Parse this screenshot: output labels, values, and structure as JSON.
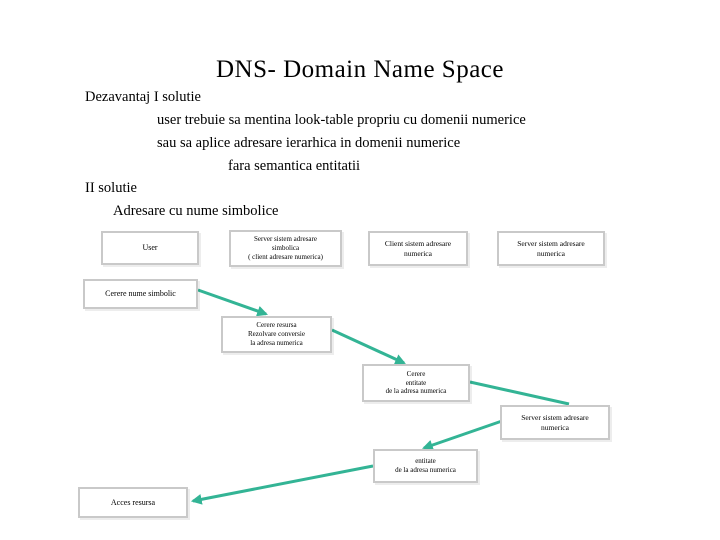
{
  "slide": {
    "title": "DNS- Domain Name Space",
    "text_lines": [
      "Dezavantaj I solutie",
      "user trebuie sa mentina look-table propriu cu domenii numerice",
      "sau sa aplice adresare ierarhica in domenii numerice",
      "fara semantica entitatii",
      "II solutie",
      "Adresare cu nume simbolice"
    ],
    "colors": {
      "arrow": "#33b495",
      "box_border": "#c9c9c9",
      "text": "#000000",
      "background": "#ffffff"
    },
    "boxes": [
      {
        "lines": [
          "User"
        ]
      },
      {
        "lines": [
          "Server sistem adresare",
          "simbolica",
          "( client adresare numerica)"
        ]
      },
      {
        "lines": [
          "Client sistem adresare",
          "numerica"
        ]
      },
      {
        "lines": [
          "Server sistem adresare",
          "numerica"
        ]
      },
      {
        "lines": [
          "Cerere nume simbolic"
        ]
      },
      {
        "lines": [
          "Cerere resursa",
          "Rezolvare conversie",
          "la adresa numerica"
        ]
      },
      {
        "lines": [
          "Cerere",
          "entitate",
          "de la adresa numerica"
        ]
      },
      {
        "lines": [
          "Server sistem adresare",
          "numerica"
        ]
      },
      {
        "lines": [
          "entitate",
          "de la adresa numerica"
        ]
      },
      {
        "lines": [
          "Acces resursa"
        ]
      }
    ]
  }
}
